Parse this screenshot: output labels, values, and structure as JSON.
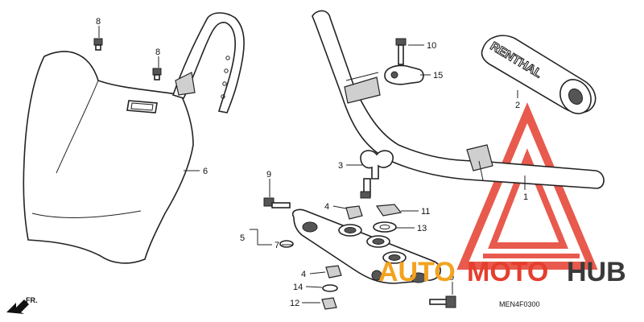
{
  "diagram": {
    "callouts": [
      {
        "id": "c1",
        "label": "1"
      },
      {
        "id": "c2",
        "label": "2"
      },
      {
        "id": "c3",
        "label": "3"
      },
      {
        "id": "c4a",
        "label": "4"
      },
      {
        "id": "c4b",
        "label": "4"
      },
      {
        "id": "c5",
        "label": "5"
      },
      {
        "id": "c6",
        "label": "6"
      },
      {
        "id": "c7",
        "label": "7"
      },
      {
        "id": "c8a",
        "label": "8"
      },
      {
        "id": "c8b",
        "label": "8"
      },
      {
        "id": "c9a",
        "label": "9"
      },
      {
        "id": "c9b",
        "label": "9"
      },
      {
        "id": "c10",
        "label": "10"
      },
      {
        "id": "c11",
        "label": "11"
      },
      {
        "id": "c12",
        "label": "12"
      },
      {
        "id": "c13",
        "label": "13"
      },
      {
        "id": "c14",
        "label": "14"
      },
      {
        "id": "c15",
        "label": "15"
      }
    ],
    "pad_brand": "RENTHAL",
    "direction_label": "FR.",
    "diagram_code": "MEN4F0300"
  },
  "watermark": {
    "part1": "AUTO",
    "part2": "MOTO",
    "part3": "HUB",
    "colors": {
      "auto": "#f4a21e",
      "moto": "#e53e2e",
      "hub": "#3a3a3a",
      "triangle": "#e53e2e"
    }
  }
}
